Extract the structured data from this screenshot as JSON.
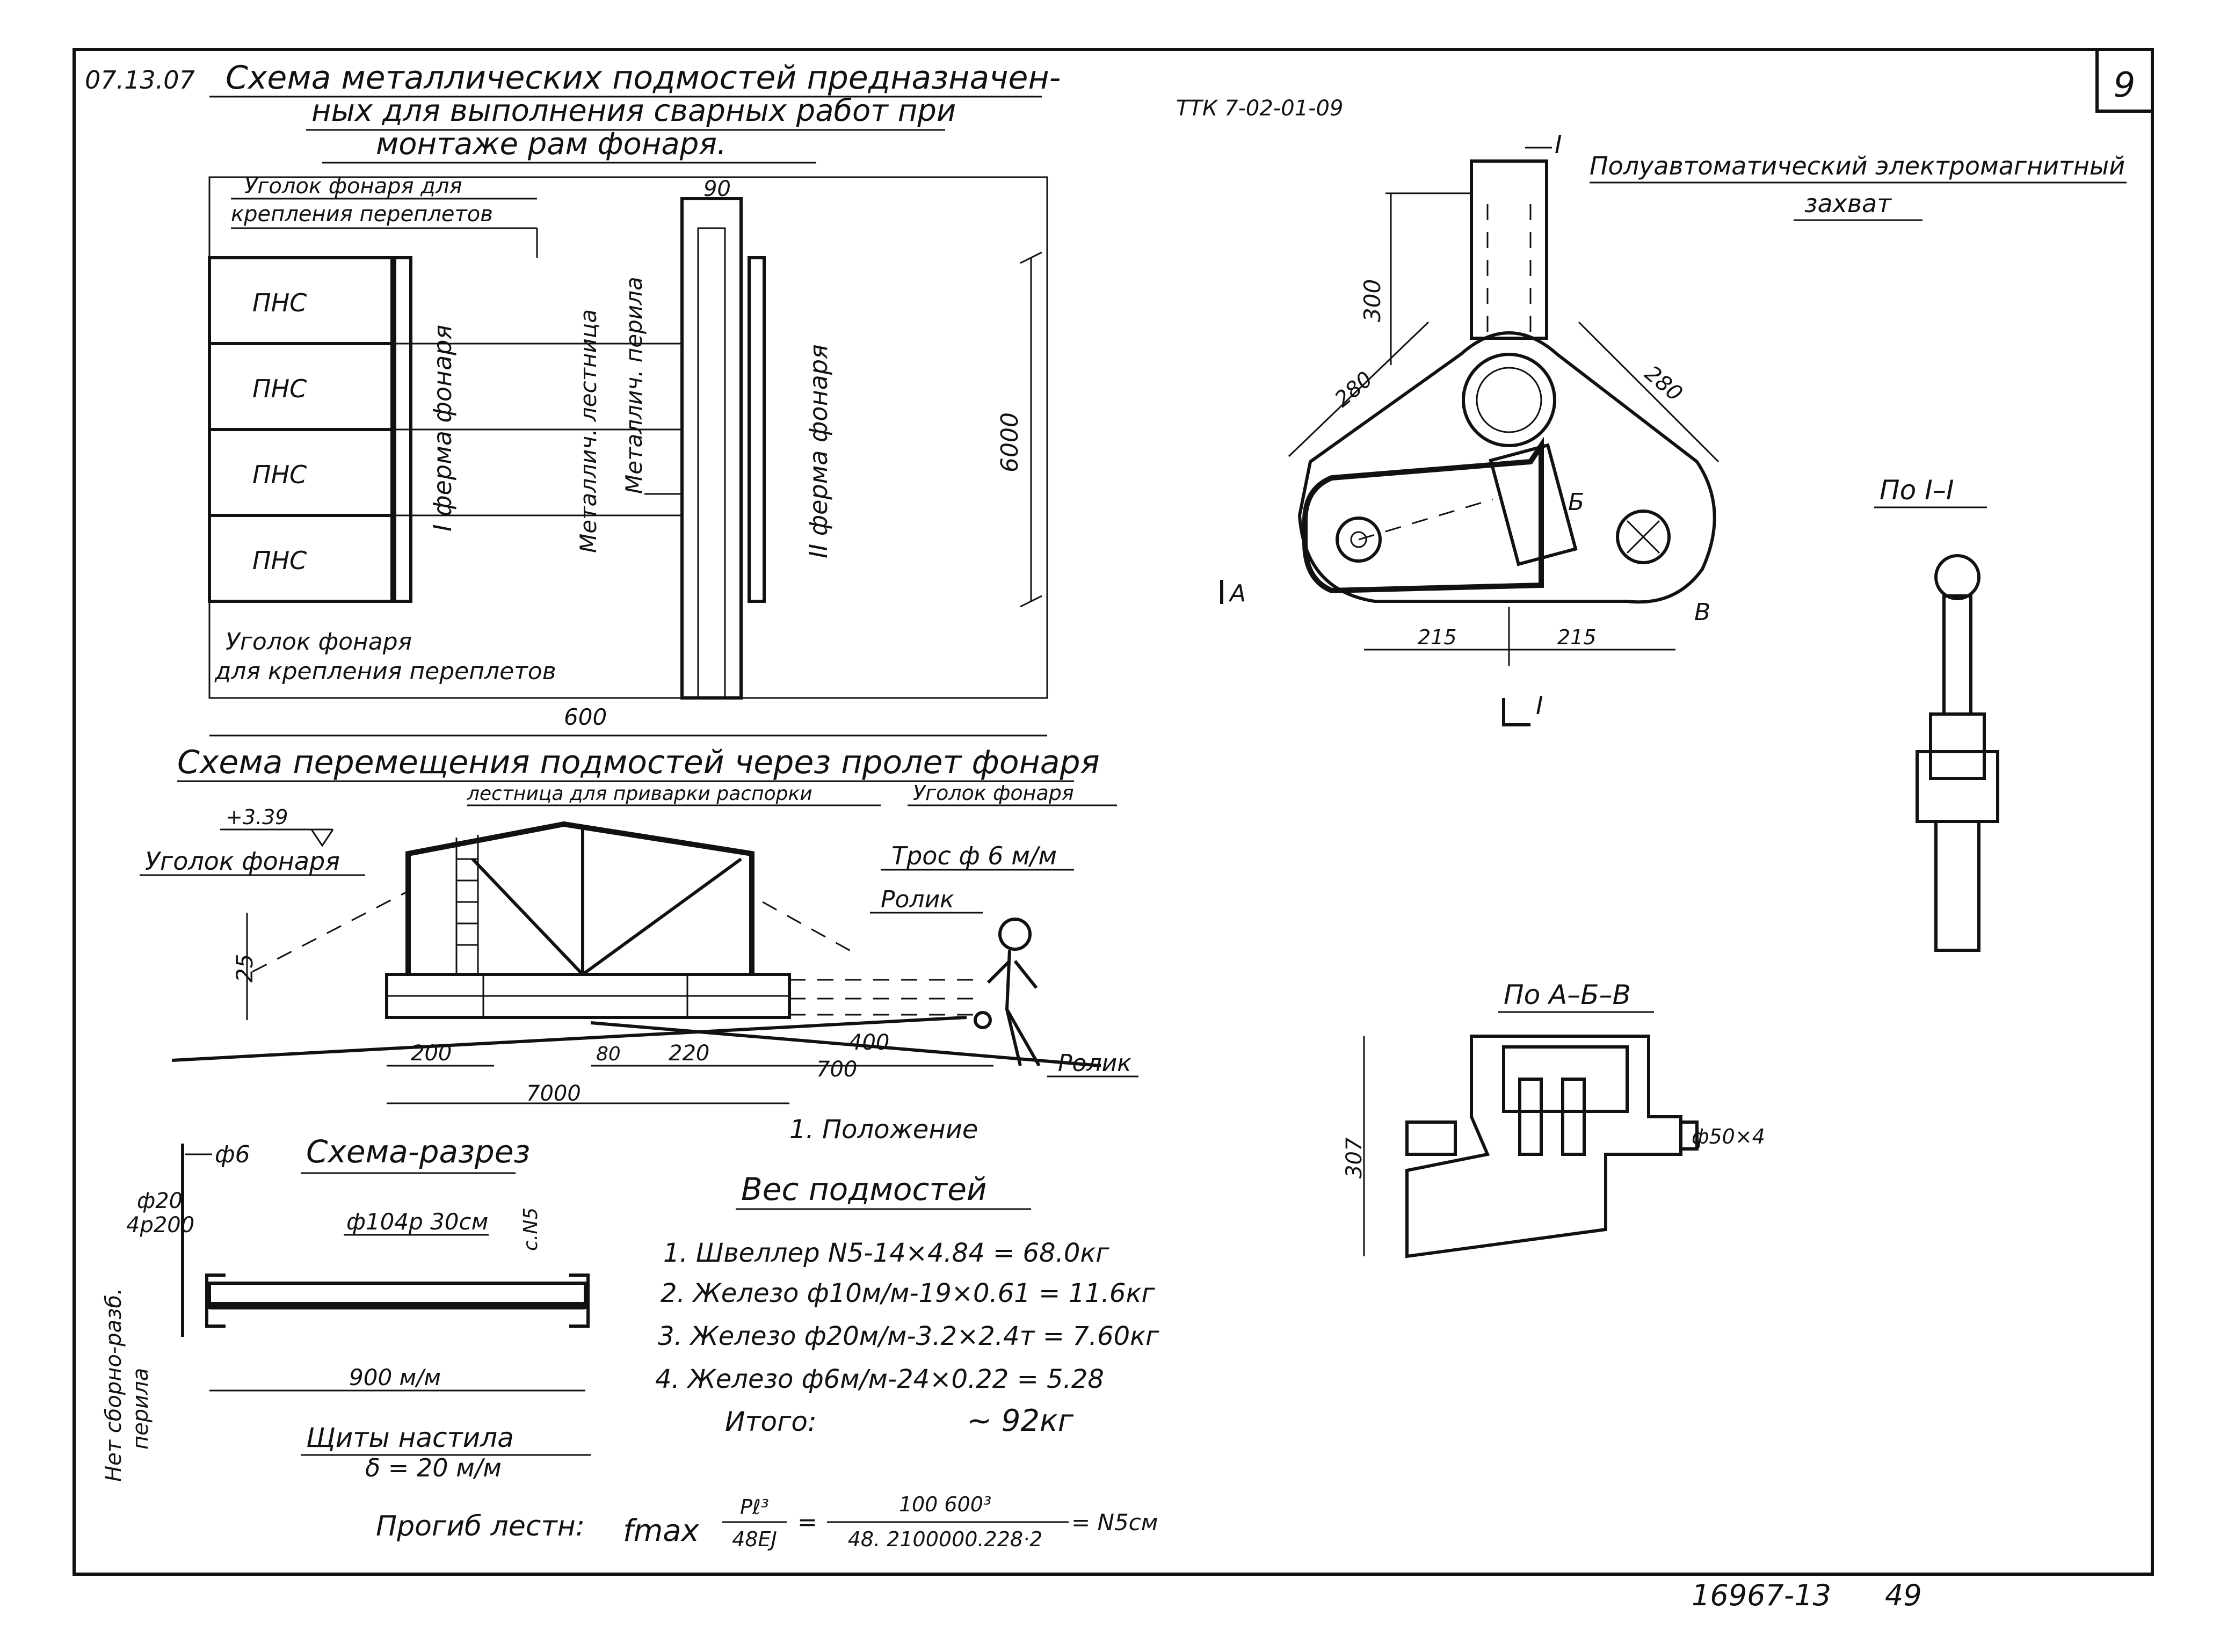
{
  "header": {
    "code": "07.13.07",
    "title_lines": [
      "Схема металлических подмостей предназначен-",
      "ных для выполнения сварных работ при",
      "монтаже рам фонаря."
    ],
    "ttk": "ТТК 7-02-01-09",
    "page_number": "9"
  },
  "plan_view": {
    "angle_top_lines": [
      "Уголок фонаря для",
      "крепления переплетов"
    ],
    "angle_bottom_lines": [
      "Уголок фонаря",
      "для крепления переплетов"
    ],
    "panel_label": "ПНС",
    "truss_1": "I ферма фонаря",
    "truss_2": "II ферма фонаря",
    "ladder": "Металлич. лестница",
    "railing": "Металлич. перила",
    "dim_90": "90",
    "dim_6000": "6000",
    "dim_600": "600"
  },
  "movement": {
    "title": "Схема перемещения подмостей через пролет фонаря",
    "ladder_note": "лестница для приварки распорки",
    "angle_right": "Уголок фонаря",
    "angle_left": "Уголок фонаря",
    "level": "+3.39",
    "rope": "Трос ф 6 м/м",
    "roller_top": "Ролик",
    "roller_bottom": "Ролик",
    "dim_25": "25",
    "dim_200": "200",
    "dim_80": "80",
    "dim_220": "220",
    "dim_400": "400",
    "dim_700": "700",
    "dim_7000": "7000",
    "position": "1. Положение"
  },
  "section": {
    "title": "Схема-разрез",
    "phi6": "ф6",
    "phi20": "ф20",
    "step": "4р200",
    "rod": "ф104р 30см",
    "channel": "с.N5",
    "width": "900 м/м",
    "no_railing": "Нет сборно-разб.",
    "railing": "перила",
    "deck_lines": [
      "Щиты настила",
      "δ = 20 м/м"
    ]
  },
  "weight": {
    "title": "Вес подмостей",
    "items": [
      "1. Швеллер N5-14×4.84 = 68.0кг",
      "2. Железо ф10м/м-19×0.61 = 11.6кг",
      "3. Железо ф20м/м-3.2×2.4т = 7.60кг",
      "4. Железо ф6м/м-24×0.22 = 5.28"
    ],
    "total_label": "Итого:",
    "total_value": "~ 92кг"
  },
  "deflection": {
    "label": "Прогиб лестн:",
    "fmax": "fmax",
    "num1": "Pℓ³",
    "den1": "48EJ",
    "num2": "100 600³",
    "den2": "48. 2100000.228·2",
    "result": "= N5см"
  },
  "gripper": {
    "title_lines": [
      "Полуавтоматический электромагнитный",
      "захват"
    ],
    "section_label": "I",
    "dim_300": "300",
    "dim_280a": "280",
    "dim_280b": "280",
    "dim_215a": "215",
    "dim_215b": "215",
    "mark_a": "А",
    "mark_b": "Б",
    "mark_v": "В",
    "view_11": "По I–I",
    "view_abv": "По А–Б–В",
    "dim_307": "307",
    "pipe": "ф50×4"
  },
  "footer": {
    "doc": "16967-13",
    "sheet": "49"
  }
}
